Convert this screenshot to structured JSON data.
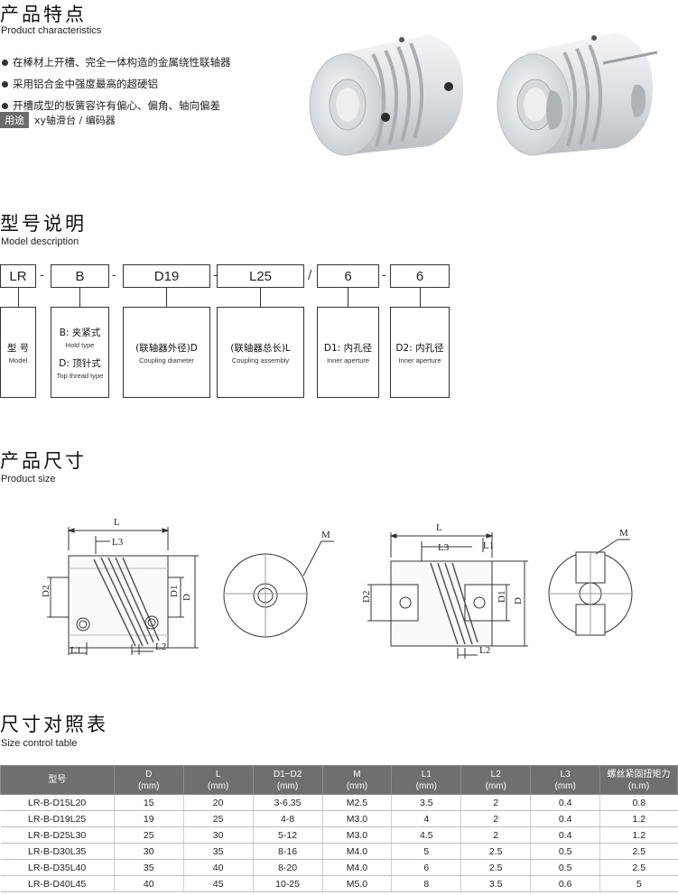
{
  "characteristics": {
    "title": "产品特点",
    "subtitle": "Product characteristics",
    "bullets": [
      "在棒材上开槽、完全一体构造的金属绕性联轴器",
      "采用铝合金中强度最高的超硬铝",
      "开槽成型的板簧容许有偏心、偏角、轴向偏差"
    ],
    "usage_tag": "用途",
    "usage_text": "xy轴滑台 / 编码器"
  },
  "model": {
    "title": "型号说明",
    "subtitle": "Model description",
    "code_parts": [
      "LR",
      "B",
      "D19",
      "L25",
      "6",
      "6"
    ],
    "separators": [
      "-",
      "-",
      "-",
      "/",
      "-"
    ],
    "descriptions": [
      {
        "cn": "型 号",
        "en": "Model"
      },
      {
        "cn": "B: 夹紧式",
        "en": "Hold type",
        "cn2": "D: 顶针式",
        "en2": "Top thread type"
      },
      {
        "cn": "(联轴器外径)D",
        "en": "Coupling diameter"
      },
      {
        "cn": "(联轴器总长)L",
        "en": "Coupling assembly"
      },
      {
        "cn": "D1: 内孔径",
        "en": "Inner aperture"
      },
      {
        "cn": "D2: 内孔径",
        "en": "Inner aperture"
      }
    ]
  },
  "size": {
    "title": "产品尺寸",
    "subtitle": "Product size",
    "labels": {
      "L": "L",
      "L1": "L1",
      "L2": "L2",
      "L3": "L3",
      "D": "D",
      "D1": "D1",
      "D2": "D2",
      "M": "M"
    }
  },
  "table": {
    "title": "尺寸对照表",
    "subtitle": "Size control table",
    "headers": [
      {
        "line1": "型号",
        "line2": ""
      },
      {
        "line1": "D",
        "line2": "(mm)"
      },
      {
        "line1": "L",
        "line2": "(mm)"
      },
      {
        "line1": "D1~D2",
        "line2": "(mm)"
      },
      {
        "line1": "M",
        "line2": "(mm)"
      },
      {
        "line1": "L1",
        "line2": "(mm)"
      },
      {
        "line1": "L2",
        "line2": "(mm)"
      },
      {
        "line1": "L3",
        "line2": "(mm)"
      },
      {
        "line1": "螺丝紧固扭矩力",
        "line2": "(n.m)"
      }
    ],
    "rows": [
      [
        "LR-B-D15L20",
        "15",
        "20",
        "3-6.35",
        "M2.5",
        "3.5",
        "2",
        "0.4",
        "0.8"
      ],
      [
        "LR-B-D19L25",
        "19",
        "25",
        "4-8",
        "M3.0",
        "4",
        "2",
        "0.4",
        "1.2"
      ],
      [
        "LR-B-D25L30",
        "25",
        "30",
        "5-12",
        "M3.0",
        "4.5",
        "2",
        "0.4",
        "1.2"
      ],
      [
        "LR-B-D30L35",
        "30",
        "35",
        "8-16",
        "M4.0",
        "5",
        "2.5",
        "0.5",
        "2.5"
      ],
      [
        "LR-B-D35L40",
        "35",
        "40",
        "8-20",
        "M4.0",
        "6",
        "2.5",
        "0.5",
        "2.5"
      ],
      [
        "LR-B-D40L45",
        "40",
        "45",
        "10-25",
        "M5.0",
        "8",
        "3.5",
        "0.6",
        "5"
      ]
    ]
  }
}
